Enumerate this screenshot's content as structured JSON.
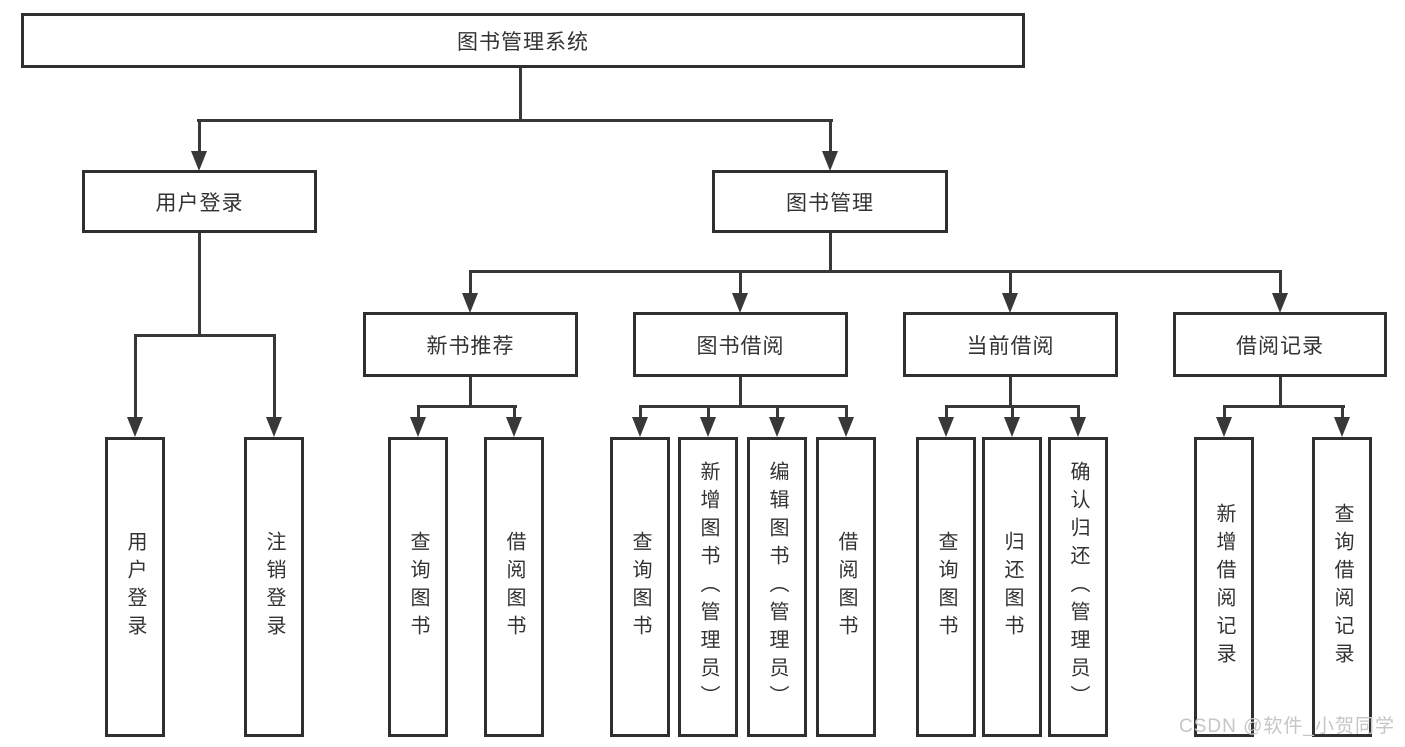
{
  "diagram": {
    "root": "图书管理系统",
    "level2": [
      "用户登录",
      "图书管理"
    ],
    "level3": [
      "新书推荐",
      "图书借阅",
      "当前借阅",
      "借阅记录"
    ],
    "leaves": [
      "用户登录",
      "注销登录",
      "查询图书",
      "借阅图书",
      "查询图书",
      "新增图书（管理员）",
      "编辑图书（管理员）",
      "借阅图书",
      "查询图书",
      "归还图书",
      "确认归还（管理员）",
      "新增借阅记录",
      "查询借阅记录"
    ]
  },
  "watermark": "CSDN @软件_小贺同学",
  "colors": {
    "line": "#383838",
    "box_border": "#2f2f2f",
    "text": "#333333",
    "watermark": "#c6c6c6",
    "background": "#ffffff"
  }
}
